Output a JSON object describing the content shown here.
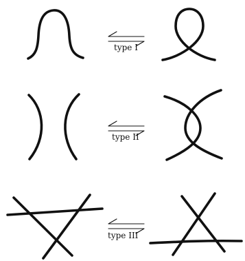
{
  "moves": [
    {
      "id": "type-1",
      "label": "type I"
    },
    {
      "id": "type-2",
      "label": "type II"
    },
    {
      "id": "type-3",
      "label": "type III"
    }
  ],
  "colors": {
    "stroke": "#111111",
    "background": "#ffffff"
  },
  "icons": {
    "move_arrow": "double-harpoon-arrow"
  }
}
